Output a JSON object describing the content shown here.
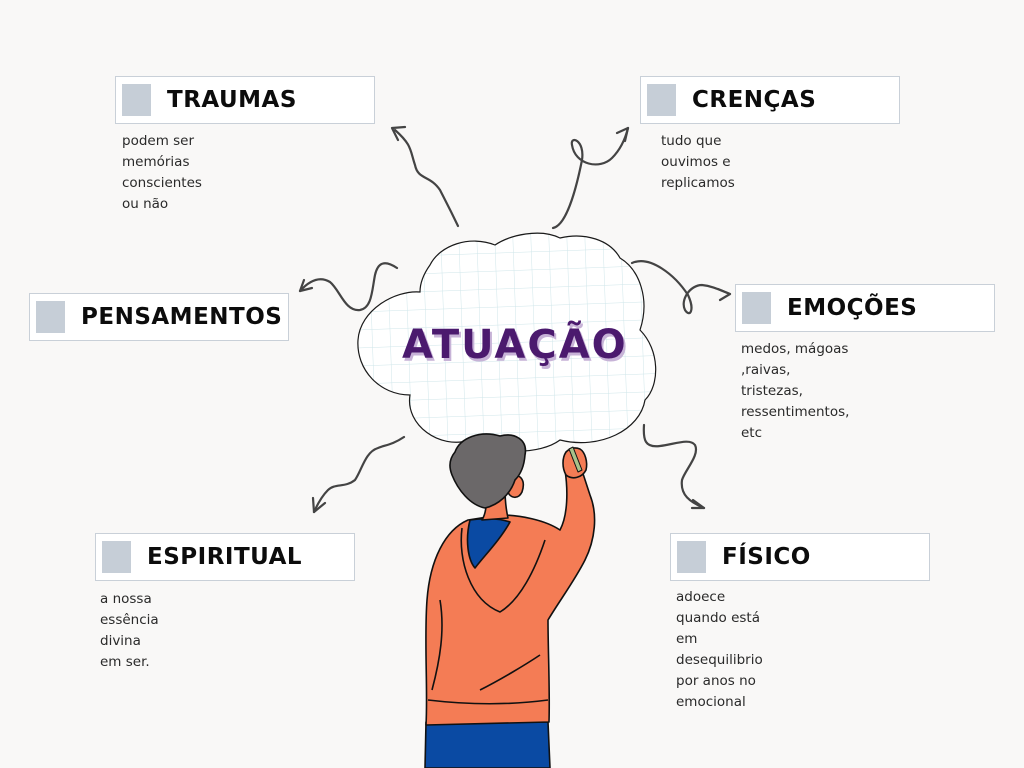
{
  "center": {
    "title": "ATUAÇÃO"
  },
  "nodes": [
    {
      "id": "traumas",
      "title": "TRAUMAS",
      "description": "podem ser memórias\nconscientes ou não"
    },
    {
      "id": "crencas",
      "title": "CRENÇAS",
      "description": "tudo que ouvimos e\nreplicamos"
    },
    {
      "id": "pensamentos",
      "title": "PENSAMENTOS",
      "description": ""
    },
    {
      "id": "emocoes",
      "title": "EMOÇÕES",
      "description": "medos, mágoas ,raivas,\ntristezas, ressentimentos, etc"
    },
    {
      "id": "espiritual",
      "title": "ESPIRITUAL",
      "description": "a nossa essência divina em ser."
    },
    {
      "id": "fisico",
      "title": "FÍSICO",
      "description": "adoece quando está em\ndesequilibrio por anos no\nemocional"
    }
  ],
  "colors": {
    "background": "#f9f8f7",
    "title_text": "#4b1a6e",
    "title_shadow": "#c7b3d7",
    "label_square": "#c6ced7",
    "arrow": "#444444",
    "hoodie": "#f47c55",
    "inner_shirt": "#0a4aa3",
    "hair": "#6b6869",
    "pants": "#0a4aa3",
    "grid_line": "#cfe6ea"
  },
  "illustration": {
    "figure": "person-writing-on-wall",
    "cloud": "grid-paper-cloud"
  }
}
